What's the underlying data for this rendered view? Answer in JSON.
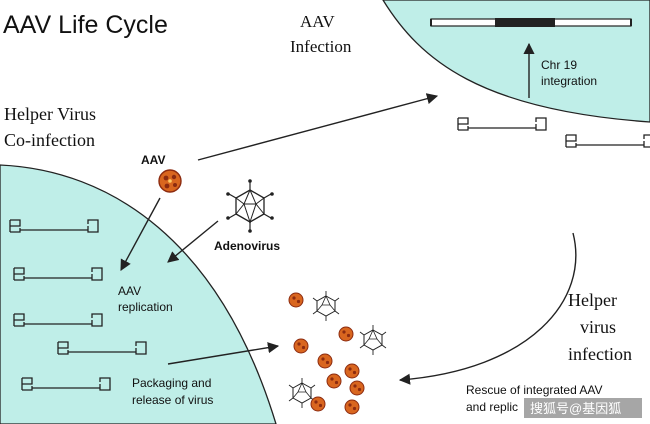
{
  "title": "AAV Life Cycle",
  "labels": {
    "aav_infection_line1": "AAV",
    "aav_infection_line2": "Infection",
    "helper_coinfection_line1": "Helper Virus",
    "helper_coinfection_line2": "Co-infection",
    "aav": "AAV",
    "adenovirus": "Adenovirus",
    "chr19_line1": "Chr 19",
    "chr19_line2": "integration",
    "aav_replication_line1": "AAV",
    "aav_replication_line2": "replication",
    "packaging_line1": "Packaging and",
    "packaging_line2": "release of virus",
    "helper_infection_line1": "Helper",
    "helper_infection_line2": "virus",
    "helper_infection_line3": "infection",
    "rescue_line1": "Rescue of integrated AAV",
    "rescue_line2": "and replic",
    "watermark": "搜狐号@基因狐"
  },
  "colors": {
    "cell_fill": "#bfeee8",
    "line": "#222222",
    "aav_capsid": "#d9661f",
    "aav_capsid_dark": "#8c2b10",
    "text": "#111111"
  }
}
